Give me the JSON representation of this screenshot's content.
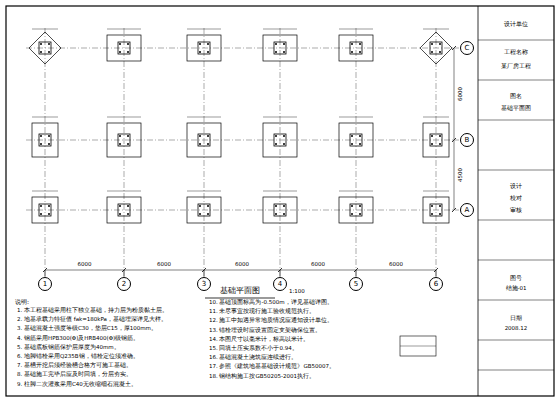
{
  "diagram": {
    "title": "基础平面图",
    "nodes": [
      {
        "text": [
          "1"
        ]
      },
      {
        "text": [
          "2"
        ]
      },
      {
        "text": [
          "3"
        ]
      },
      {
        "text": [
          "4"
        ]
      },
      {
        "text": [
          "5"
        ]
      },
      {
        "text": [
          "6"
        ]
      },
      {
        "text": [
          "C"
        ]
      },
      {
        "text": [
          "B"
        ]
      },
      {
        "text": [
          "A"
        ]
      }
    ],
    "labels": [
      "6000",
      "6000",
      "6000",
      "6000",
      "6000",
      "6000",
      "4500",
      "1:100",
      "说明:",
      "1. 本工程基础采用柱下独立基础，持力层为粉质黏土层。",
      "2. 地基承载力特征值 fak=180kPa，基础埋深详见大样。",
      "3. 基础混凝土强度等级C30，垫层C15，厚100mm。",
      "4. 钢筋采用HPB300(Φ)及HRB400(Φ)级钢筋。",
      "5. 基础底板钢筋保护层厚度为40mm。",
      "6. 地脚锚栓采用Q235B钢，锚栓定位须准确。",
      "7. 基槽开挖后须经验槽合格方可施工基础。",
      "8. 基础施工完毕后应及时回填，分层夯实。",
      "9. 柱脚二次灌浆采用C40无收缩细石混凝土。",
      "10. 基础顶面标高为-0.500m，详见基础详图。",
      "11. 未尽事宜按现行施工验收规范执行。",
      "12. 施工中如遇异常地质情况应通知设计单位。",
      "13. 锚栓埋设时应设置固定支架确保位置。",
      "14. 本图尺寸以毫米计，标高以米计。",
      "15. 回填土压实系数不小于0.94。",
      "16. 基础混凝土浇筑应连续进行。",
      "17. 参照《建筑地基基础设计规范》GB50007。",
      "18. 钢结构施工按GB50205-2001执行。",
      "设计单位",
      "工程名称",
      "某厂房工程",
      "图名",
      "基础平面图",
      "设计",
      "校对",
      "审核",
      "图号",
      "结施-01",
      "日期",
      "2008.12"
    ]
  }
}
